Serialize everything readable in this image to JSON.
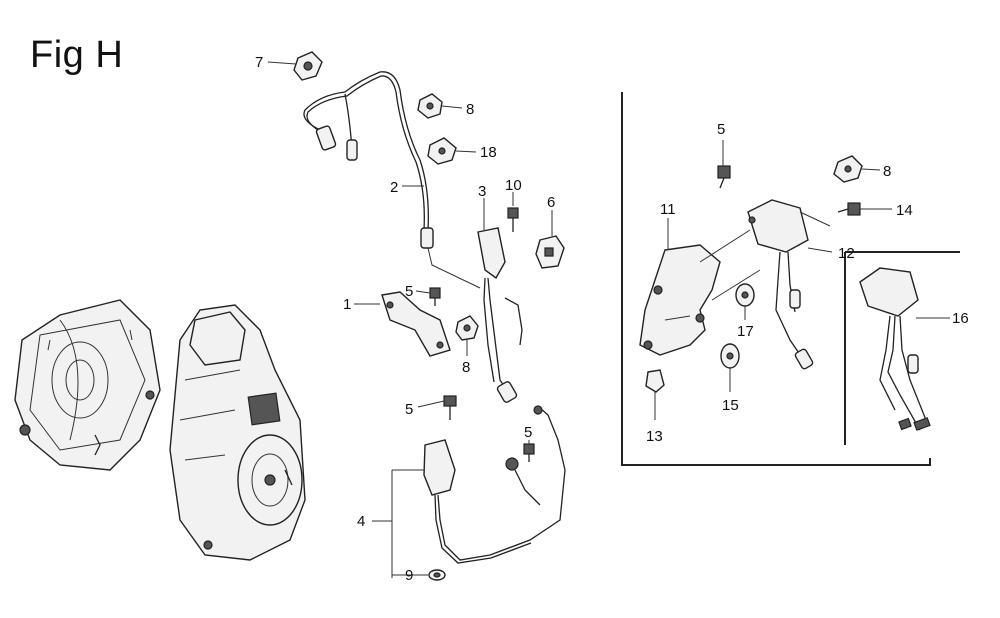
{
  "figure": {
    "title": "Fig H"
  },
  "callouts": {
    "c1": "1",
    "c2": "2",
    "c3": "3",
    "c4": "4",
    "c5a": "5",
    "c5b": "5",
    "c5c": "5",
    "c5d": "5",
    "c6": "6",
    "c7": "7",
    "c8a": "8",
    "c8b": "8",
    "c8c": "8",
    "c9": "9",
    "c10": "10",
    "c11": "11",
    "c12": "12",
    "c13": "13",
    "c14": "14",
    "c15": "15",
    "c16": "16",
    "c17": "17",
    "c18": "18"
  }
}
